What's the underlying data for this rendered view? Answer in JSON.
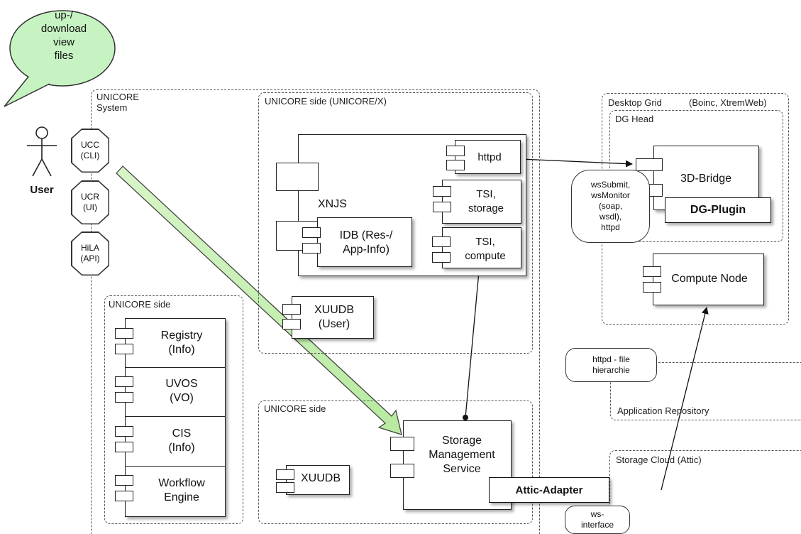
{
  "speech_bubble": {
    "lines": [
      "up-/",
      "download",
      "view",
      "files"
    ]
  },
  "user": {
    "label": "User"
  },
  "unicore_system": {
    "label_lines": [
      "UNICORE",
      "System"
    ],
    "clients": [
      {
        "lines": [
          "UCC",
          "(CLI)"
        ]
      },
      {
        "lines": [
          "UCR",
          "(UI)"
        ]
      },
      {
        "lines": [
          "HiLA",
          "(API)"
        ]
      }
    ]
  },
  "unicore_x": {
    "label": "UNICORE side (UNICORE/X)",
    "xnjs": "XNJS",
    "httpd": "httpd",
    "tsi_storage": [
      "TSI,",
      "storage"
    ],
    "idb": [
      "IDB (Res-/",
      "App-Info)"
    ],
    "tsi_compute": [
      "TSI,",
      "compute"
    ],
    "xuudb": [
      "XUUDB",
      "(User)"
    ]
  },
  "unicore_left": {
    "label": "UNICORE side",
    "services": [
      {
        "lines": [
          "Registry",
          "(Info)"
        ]
      },
      {
        "lines": [
          "UVOS",
          "(VO)"
        ]
      },
      {
        "lines": [
          "CIS",
          "(Info)"
        ]
      },
      {
        "lines": [
          "Workflow",
          "Engine"
        ]
      }
    ]
  },
  "unicore_bottom": {
    "label": "UNICORE side",
    "xuudb": "XUUDB",
    "sms": [
      "Storage",
      "Management",
      "Service"
    ],
    "attic_adapter": "Attic-Adapter"
  },
  "desktop_grid": {
    "label": "Desktop Grid",
    "label_extra": "(Boinc, XtremWeb)",
    "head_label": "DG  Head",
    "bridge": "3D-Bridge",
    "plugin": "DG-Plugin",
    "compute_node": "Compute Node"
  },
  "ws_submit": {
    "lines": [
      "wsSubmit,",
      "wsMonitor",
      "(soap,",
      "wsdl),",
      "httpd"
    ]
  },
  "app_repo": {
    "label": "Application Repository"
  },
  "httpd_file": {
    "lines": [
      "httpd - file",
      "hierarchie"
    ]
  },
  "storage_cloud": {
    "label": "Storage Cloud (Attic)"
  },
  "ws_interface": {
    "lines": [
      "ws-",
      "interface"
    ]
  }
}
